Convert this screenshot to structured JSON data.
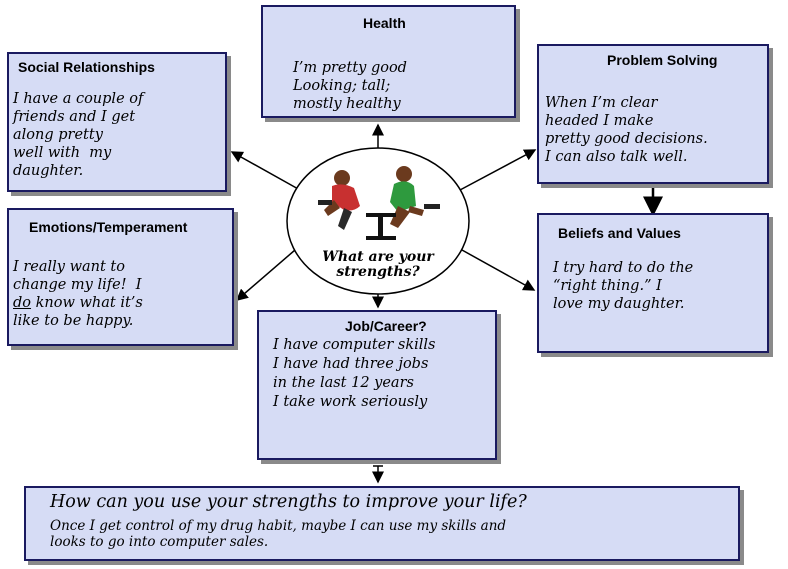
{
  "center": {
    "question": "What are your strengths?"
  },
  "boxes": {
    "health": {
      "title": "Health",
      "lines": [
        "I’m pretty good",
        "Looking; tall;",
        "mostly healthy"
      ]
    },
    "social": {
      "title": "Social Relationships",
      "lines": [
        "I have a couple of",
        "friends and I get",
        "along pretty",
        "well with  my",
        "daughter."
      ]
    },
    "problem": {
      "title": "Problem Solving",
      "lines": [
        "When I’m clear",
        "headed I make",
        "pretty good decisions.",
        "I can also talk well."
      ]
    },
    "emotions": {
      "title": "Emotions/Temperament",
      "line1": "I really want to",
      "line2": "change my life!  I",
      "line3_underlined": "do",
      "line3_rest": " know what it’s",
      "line4": "like to be happy."
    },
    "beliefs": {
      "title": "Beliefs and Values",
      "lines": [
        "I try hard to do the",
        "“right thing.” I",
        "love my daughter."
      ]
    },
    "job": {
      "title": "Job/Career?",
      "lines": [
        "I have computer skills",
        "I have had three jobs",
        "in the last 12 years",
        "I take work seriously"
      ]
    },
    "bottom": {
      "question": "How can you use your strengths to improve your life?",
      "lines": [
        "Once I get control of my drug habit, maybe I can use my skills and",
        "looks to go into computer sales."
      ]
    }
  }
}
